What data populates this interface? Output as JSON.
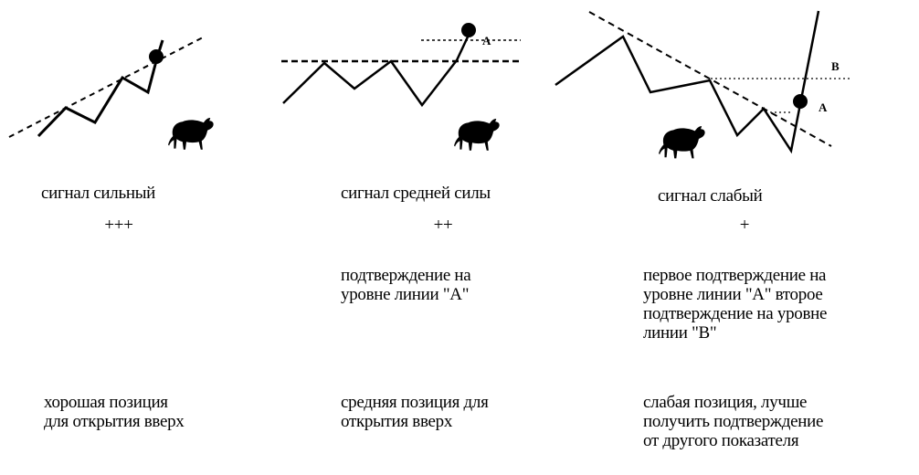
{
  "columns": [
    {
      "id": "strong",
      "signal": "сигнал сильный",
      "rating": "+++",
      "confirmation": "",
      "position": "хорошая позиция\nдля открытия вверх"
    },
    {
      "id": "medium",
      "signal": "сигнал средней силы",
      "rating": "++",
      "confirmation": "подтверждение на\nуровне линии \"A\"",
      "position": "средняя позиция для\nоткрытия вверх",
      "marker_a": "A"
    },
    {
      "id": "weak",
      "signal": "сигнал слабый",
      "rating": "+",
      "confirmation": "первое подтверждение на\nуровне линии \"A\" второе\nподтверждение на уровне\nлинии \"B\"",
      "position": "слабая позиция, лучше\nполучить подтверждение\nот другого показателя",
      "marker_a": "A",
      "marker_b": "B"
    }
  ],
  "icons": [
    "bull-icon",
    "bull-icon",
    "bull-icon"
  ],
  "colors": {
    "ink": "#000000",
    "background": "#ffffff"
  }
}
